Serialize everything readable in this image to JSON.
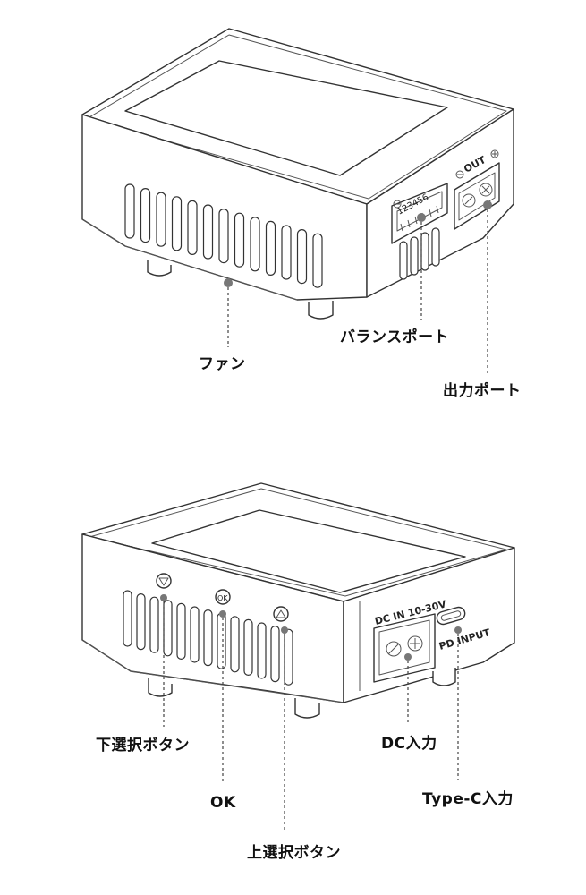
{
  "top_view": {
    "balance_port_numbers": "123456",
    "out_label": "OUT",
    "labels": {
      "fan": "ファン",
      "balance_port": "バランスポート",
      "output_port": "出力ポート"
    }
  },
  "bottom_view": {
    "dc_in_label": "DC  IN  10-30V",
    "pd_input_label": "PD INPUT",
    "ok_button_text": "OK",
    "labels": {
      "down_select_button": "下選択ボタン",
      "ok": "OK",
      "up_select_button": "上選択ボタン",
      "dc_input": "DC入力",
      "type_c_input": "Type-C入力"
    }
  }
}
